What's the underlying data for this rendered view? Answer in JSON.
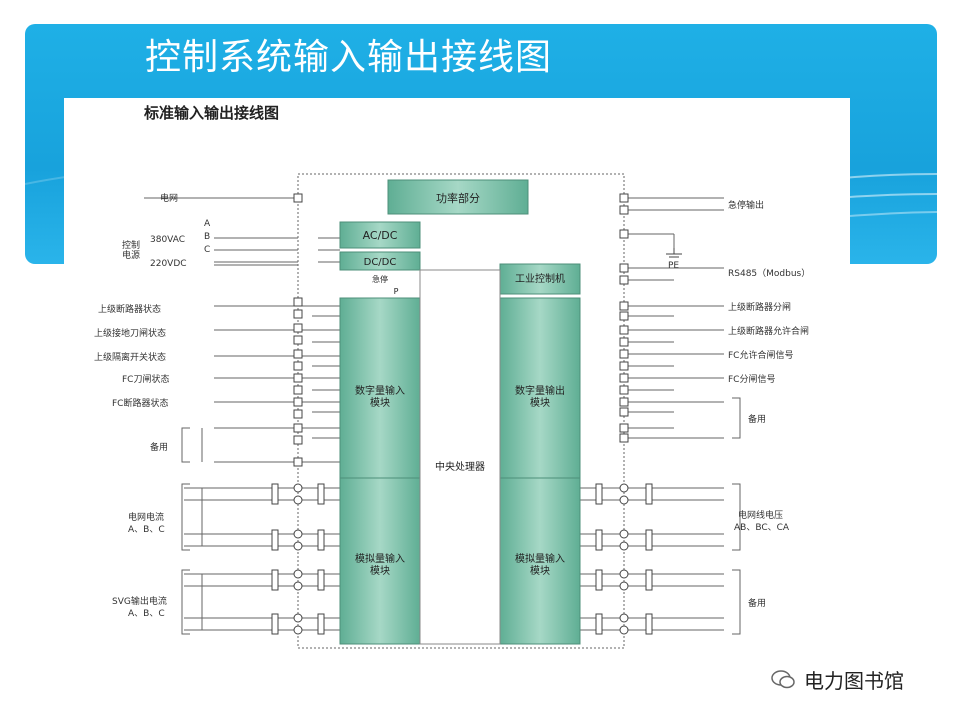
{
  "slide": {
    "title": "控制系统输入输出接线图",
    "subtitle": "标准输入输出接线图"
  },
  "watermark": {
    "text": "电力图书馆"
  },
  "blocks": {
    "power": "功率部分",
    "acdc": "AC/DC",
    "dcdc": "DC/DC",
    "ipc": "工业控制机",
    "din": [
      "数字量输入",
      "模块"
    ],
    "dout": [
      "数字量输出",
      "模块"
    ],
    "cpu": "中央处理器",
    "ain": [
      "模拟量输入",
      "模块"
    ],
    "aout": [
      "模拟量输入",
      "模块"
    ]
  },
  "left_labels": {
    "grid": "电网",
    "phase_a": "A",
    "phase_b": "B",
    "phase_c": "C",
    "v380": "380VAC",
    "ctrl_power": [
      "控制",
      "电源"
    ],
    "v220": "220VDC",
    "estop": "急停",
    "p": "P",
    "s1": "上级断路器状态",
    "s2": "上级接地刀闸状态",
    "s3": "上级隔离开关状态",
    "s4": "FC刀闸状态",
    "s5": "FC断路器状态",
    "spare": "备用",
    "grid_current": [
      "电网电流",
      "A、B、C"
    ],
    "svg_current": [
      "SVG输出电流",
      "A、B、C"
    ]
  },
  "right_labels": {
    "estop_out": "急停输出",
    "pe": "PE",
    "rs485": "RS485（Modbus）",
    "o1": "上级断路器分闸",
    "o2": "上级断路器允许合闸",
    "o3": "FC允许合闸信号",
    "o4": "FC分闸信号",
    "spare": "备用",
    "grid_voltage": [
      "电网线电压",
      "AB、BC、CA"
    ],
    "spare2": "备用"
  },
  "colors": {
    "banner": "#1fb0e6",
    "module": "#8cc9b3",
    "module_dark": "#5fae94",
    "line": "#555555"
  }
}
